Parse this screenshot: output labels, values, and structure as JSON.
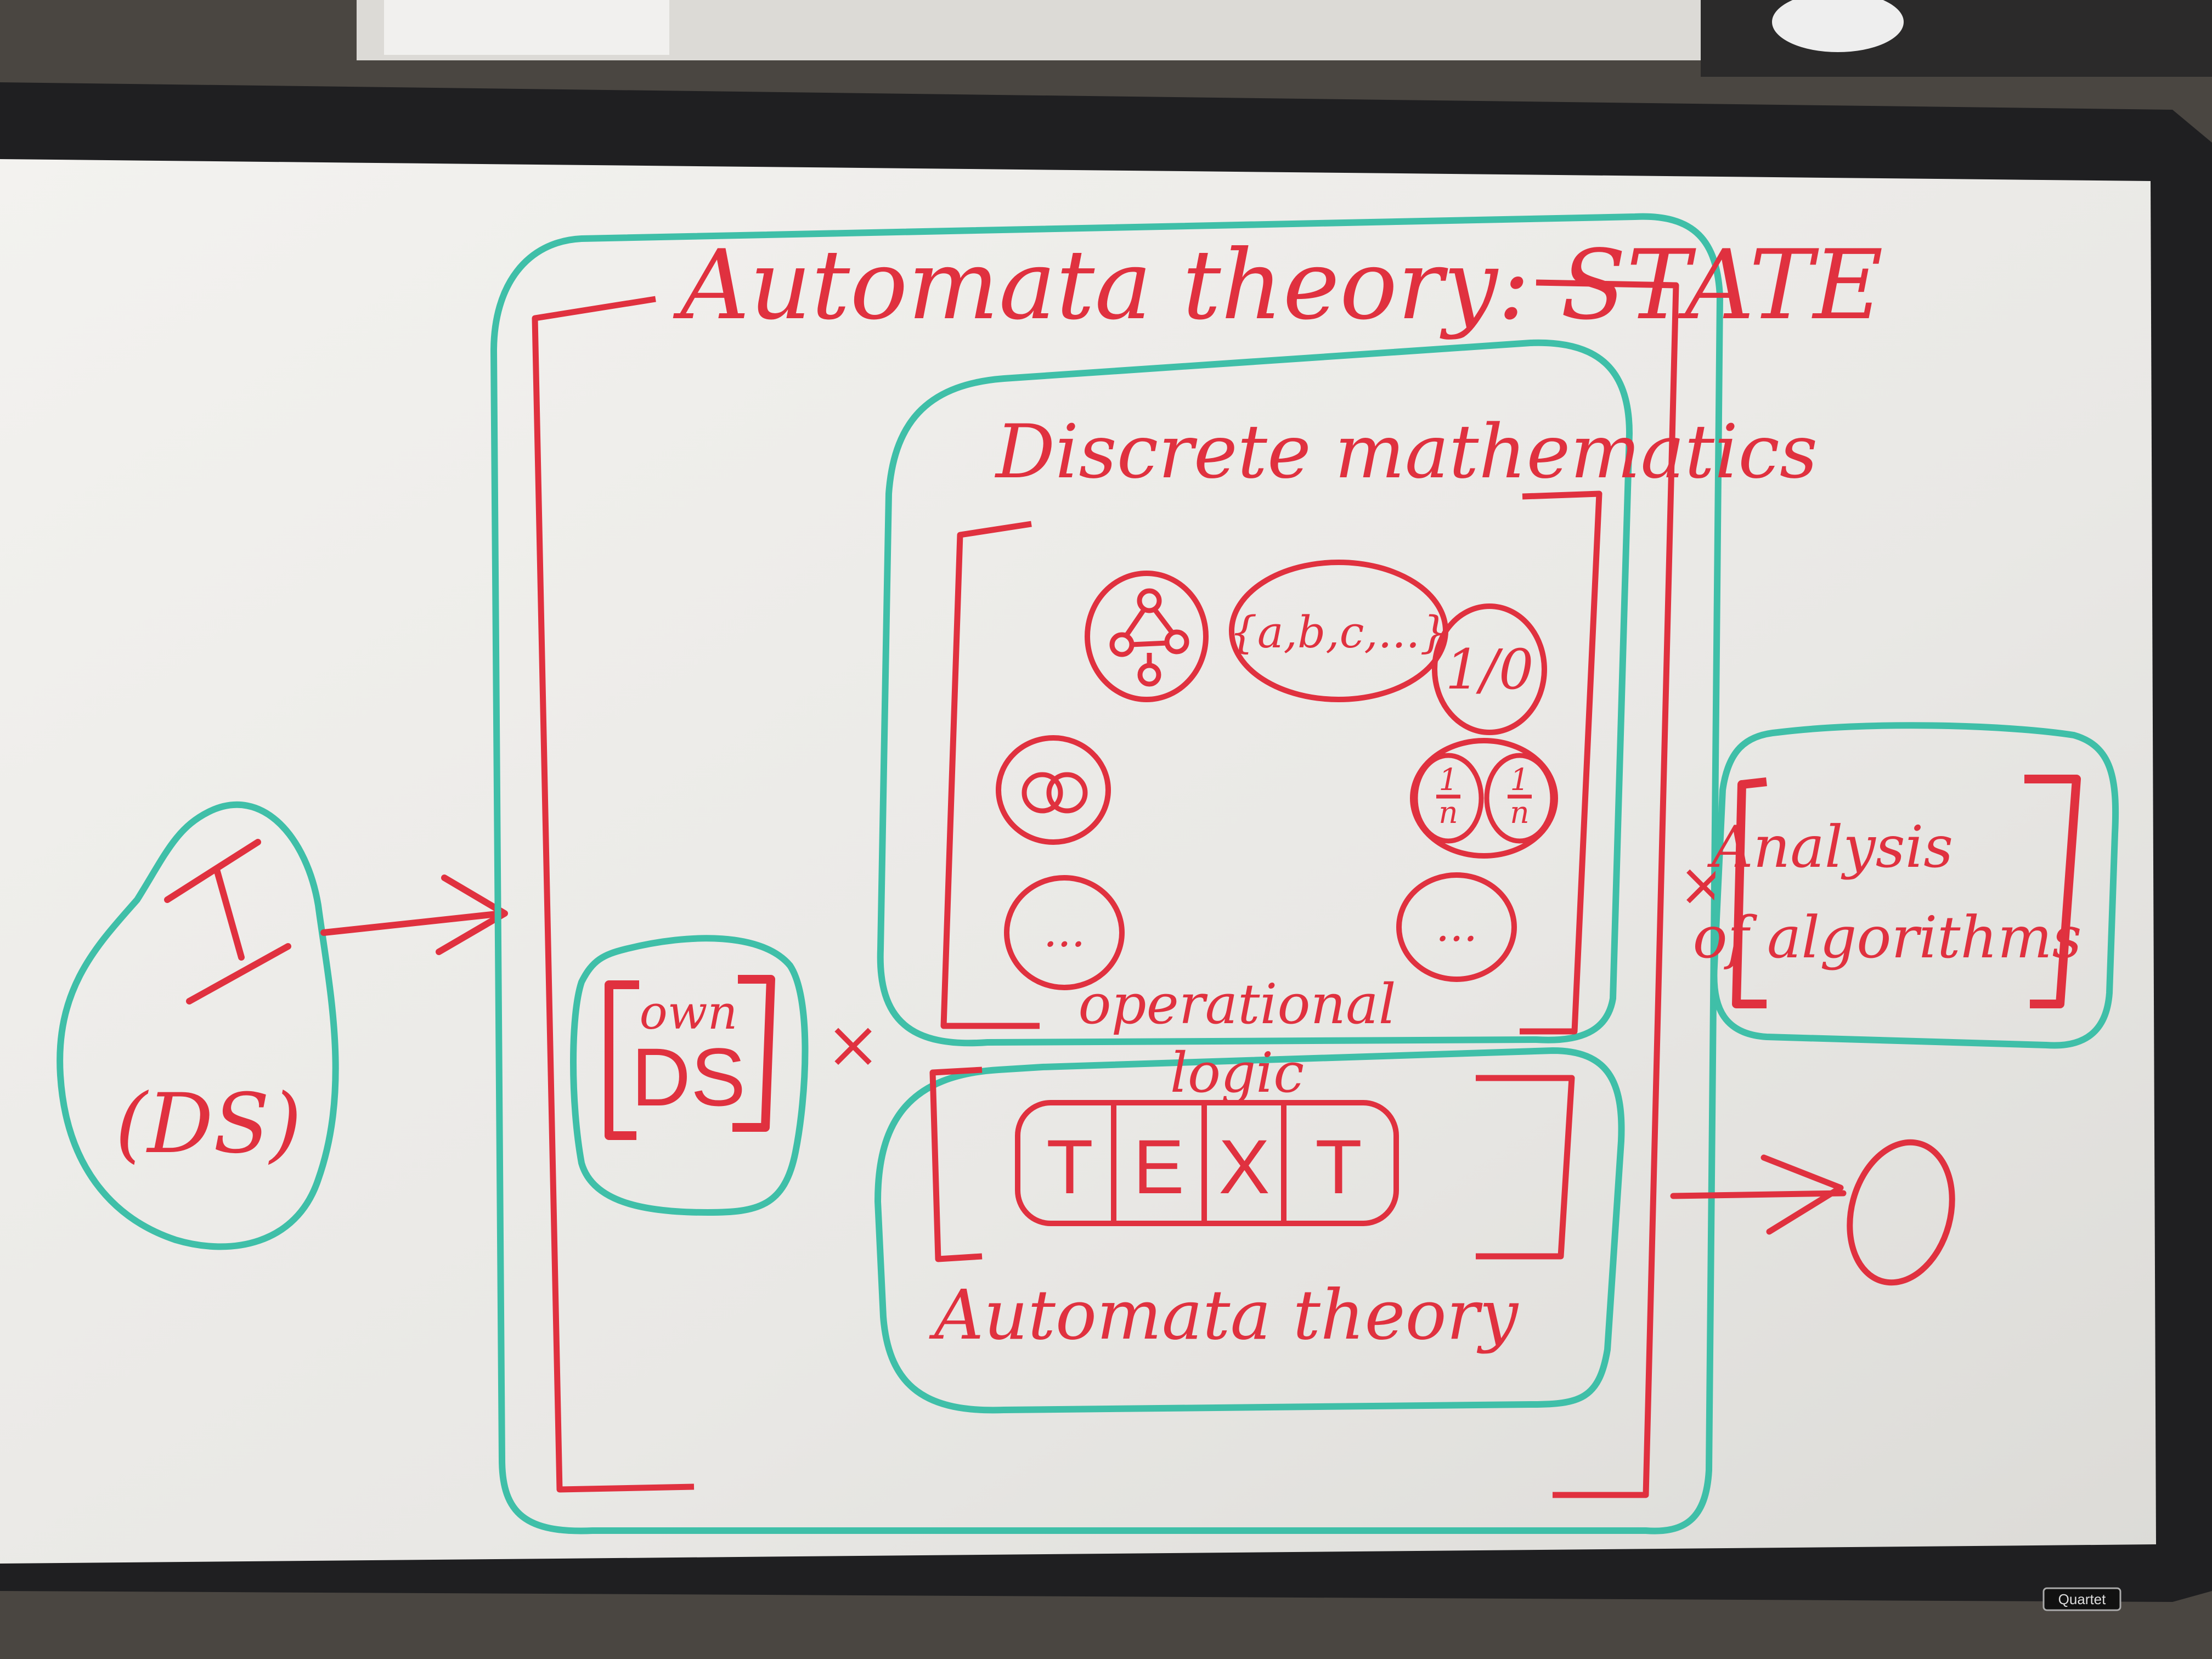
{
  "title": "Automata theory: STATE",
  "input": {
    "symbol": "I",
    "label": "(DS)"
  },
  "own_ds": {
    "top": "own",
    "bottom": "DS"
  },
  "times_symbol": "×",
  "discrete_math": {
    "title": "Discrete mathematics",
    "set_label": "{a,b,c,...}",
    "binary_label": "1/0",
    "ellipsis": "...",
    "fraction_num": "1",
    "fraction_den": "n"
  },
  "operational_logic": {
    "line1": "operational",
    "line2": "logic"
  },
  "tape": [
    "T",
    "E",
    "X",
    "T"
  ],
  "automata_label": "Automata theory",
  "analysis": {
    "line1": "Analysis",
    "line2": "of algorithms"
  },
  "colors": {
    "marker_red": "#e0313f",
    "marker_teal": "#3fbfa8",
    "board": "#ecebe8",
    "frame": "#1f1f21",
    "background": "#3a3834"
  },
  "brand": "Quartet"
}
